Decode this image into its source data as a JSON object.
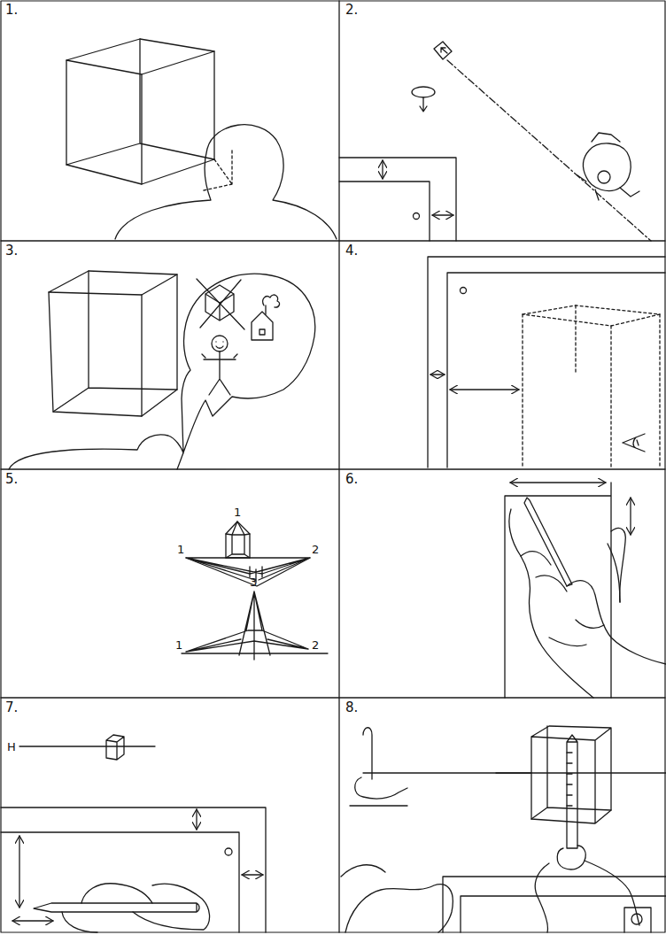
{
  "diagram": {
    "labels": [
      "1.",
      "2.",
      "3.",
      "4.",
      "5.",
      "6.",
      "7.",
      "8.",
      "1",
      "1",
      "2",
      "3",
      "1",
      "2",
      "H"
    ]
  }
}
